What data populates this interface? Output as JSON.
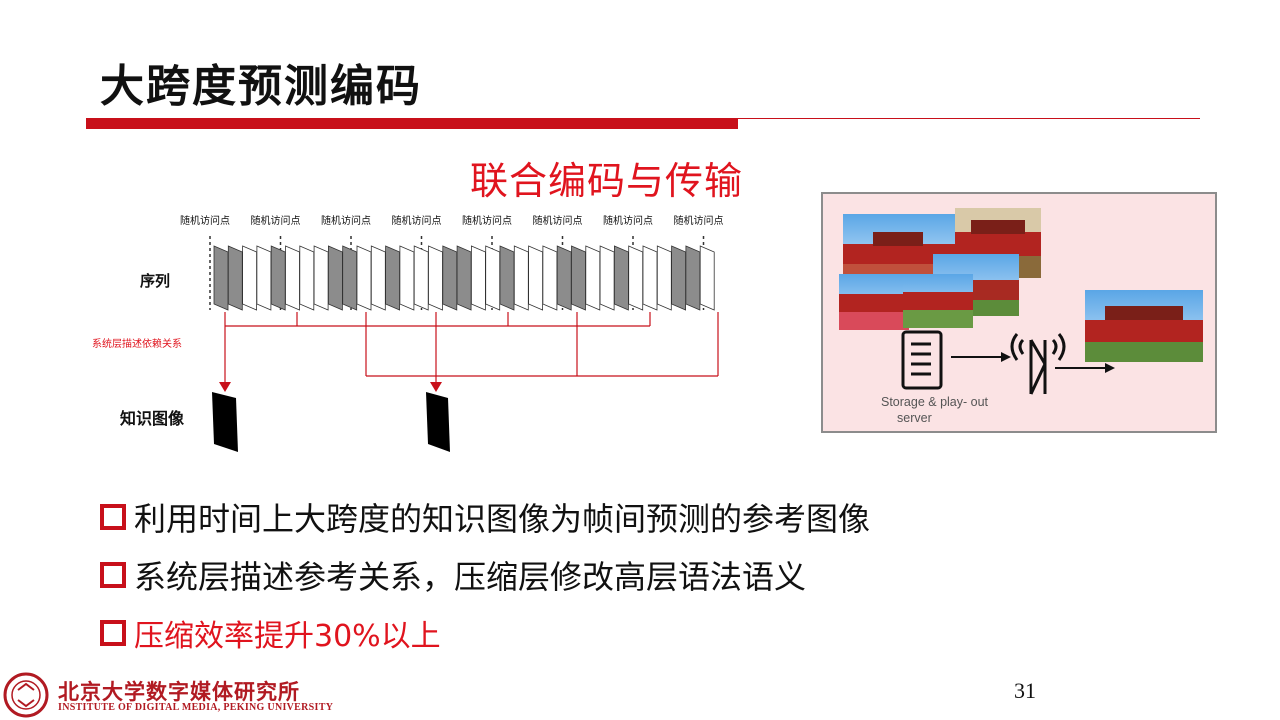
{
  "slide": {
    "title": "大跨度预测编码",
    "subtitle": "联合编码与传输",
    "page_number": "31"
  },
  "diagram": {
    "random_access_label": "随机访问点",
    "random_access_count": 8,
    "sequence_label": "序列",
    "system_layer_label": "系统层描述依赖关系",
    "knowledge_image_label": "知识图像"
  },
  "photo_panel": {
    "server_label_line1": "Storage & play-  out",
    "server_label_line2": "server",
    "icons": [
      "server-icon",
      "antenna-tower-icon",
      "arrow-right-icon"
    ]
  },
  "bullets": [
    {
      "text": "利用时间上大跨度的知识图像为帧间预测的参考图像",
      "highlight": false
    },
    {
      "text": "系统层描述参考关系，压缩层修改高层语法语义",
      "highlight": false
    },
    {
      "text": "压缩效率提升30%以上",
      "highlight": true
    }
  ],
  "footer": {
    "institute_cn": "北京大学数字媒体研究所",
    "institute_en": "INSTITUTE OF DIGITAL MEDIA, PEKING UNIVERSITY"
  },
  "colors": {
    "accent_red": "#c8101a",
    "text_red": "#e0141e",
    "panel_bg": "#fbe3e4"
  }
}
